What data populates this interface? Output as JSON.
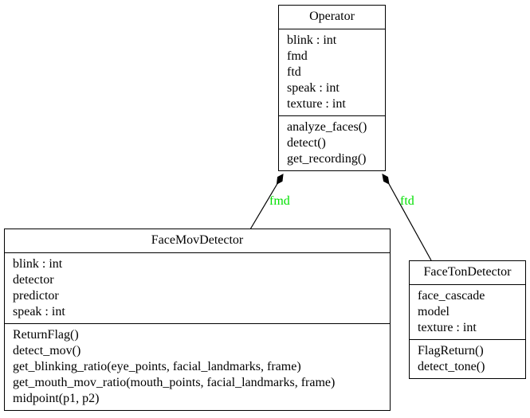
{
  "classes": {
    "operator": {
      "name": "Operator",
      "attributes": [
        "blink : int",
        "fmd",
        "ftd",
        "speak : int",
        "texture : int"
      ],
      "methods": [
        "analyze_faces()",
        "detect()",
        "get_recording()"
      ]
    },
    "face_mov_detector": {
      "name": "FaceMovDetector",
      "attributes": [
        "blink : int",
        "detector",
        "predictor",
        "speak : int"
      ],
      "methods": [
        "ReturnFlag()",
        "detect_mov()",
        "get_blinking_ratio(eye_points, facial_landmarks, frame)",
        "get_mouth_mov_ratio(mouth_points, facial_landmarks, frame)",
        "midpoint(p1, p2)"
      ]
    },
    "face_ton_detector": {
      "name": "FaceTonDetector",
      "attributes": [
        "face_cascade",
        "model",
        "texture : int"
      ],
      "methods": [
        "FlagReturn()",
        "detect_tone()"
      ]
    }
  },
  "associations": {
    "fmd": {
      "label": "fmd",
      "kind": "composition"
    },
    "ftd": {
      "label": "ftd",
      "kind": "composition"
    }
  },
  "colors": {
    "edge_label": "#00e000",
    "line": "#000000"
  }
}
